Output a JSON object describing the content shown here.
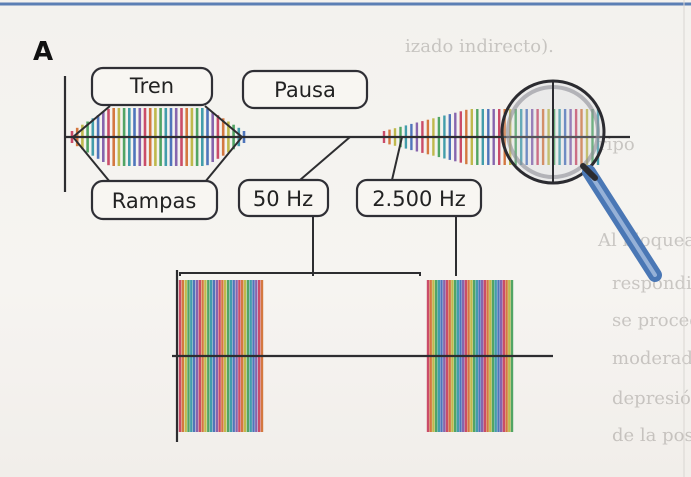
{
  "panel_letter": "A",
  "labels": {
    "tren": "Tren",
    "pausa": "Pausa",
    "rampas": "Rampas",
    "freq_low": "50 Hz",
    "freq_high": "2.500 Hz"
  },
  "background_text_lines": [
    "izado indirecto).",
    "ripo",
    "Al bloquear el control de impulsos se obtien-",
    "respondiente. El grupo muscular al cual",
    "se procede a usar, quizás debido a la lentitud",
    "moderada, es necesario combinar el de",
    "depresión que podría ser de la coma",
    "de la posición de la línea de descanso"
  ],
  "colors": {
    "border": "#5b7fb4",
    "axis": "#2d2d30",
    "magnifier_handle": "#4a77b5",
    "waveform_palette": [
      "#c53a5a",
      "#d06a2c",
      "#b9b33a",
      "#3f9c54",
      "#2f93a3",
      "#3d67b5",
      "#7a55a6"
    ]
  },
  "icons": {
    "magnifier": "magnifying-glass-icon"
  }
}
